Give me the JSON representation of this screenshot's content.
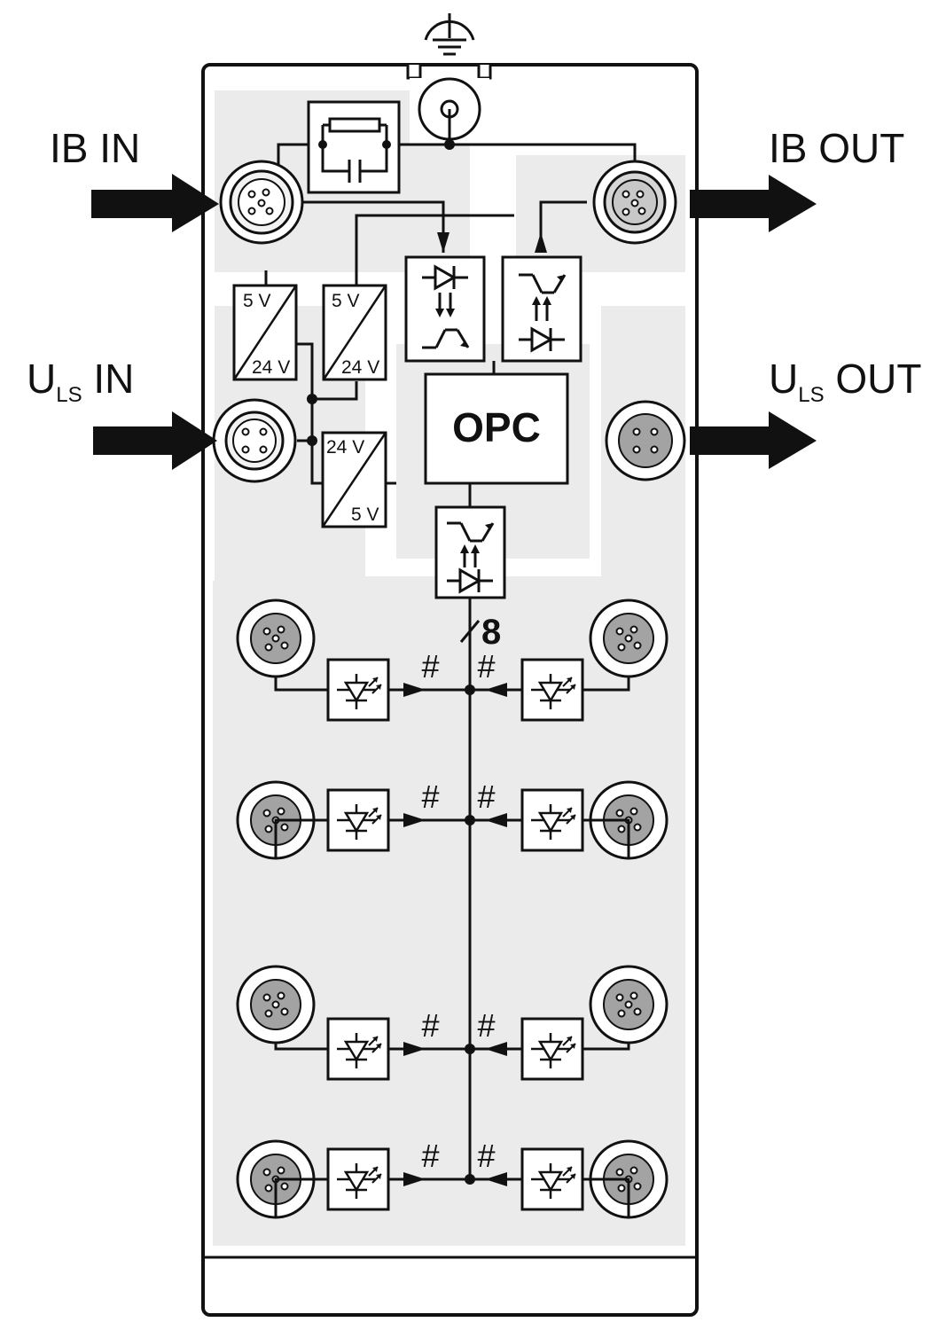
{
  "labels": {
    "ib_in": "IB IN",
    "ib_out": "IB OUT",
    "uls_in_main": "U",
    "uls_in_sub": "LS",
    "uls_in_tail": " IN",
    "uls_out_main": "U",
    "uls_out_sub": "LS",
    "uls_out_tail": " OUT",
    "opc": "OPC",
    "bus_width": "8",
    "hash": "#"
  },
  "converters": [
    {
      "top": "5 V",
      "bottom": "24 V"
    },
    {
      "top": "5 V",
      "bottom": "24 V"
    },
    {
      "top": "24 V",
      "bottom": "5 V"
    }
  ],
  "colors": {
    "housing_fill": "#ffffff",
    "zone_fill": "#ebebeb",
    "connector_fill": "#a3a3a3",
    "line": "#111111",
    "arrow": "#111111"
  },
  "icons": [
    "ground-icon",
    "capacitor-icon",
    "resistor-icon",
    "optocoupler-icon",
    "led-icon",
    "dc-dc-converter-icon",
    "m12-connector-icon"
  ]
}
